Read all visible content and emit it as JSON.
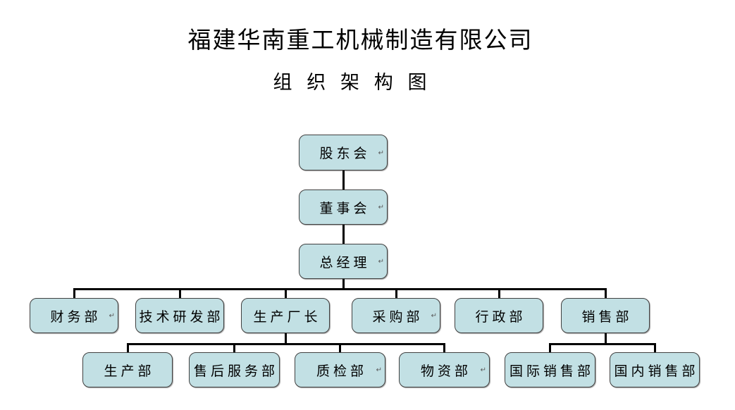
{
  "header": {
    "title": "福建华南重工机械制造有限公司",
    "subtitle": "组 织 架 构 图"
  },
  "org_chart": {
    "styles": {
      "box_fill": "#c2e0e4",
      "box_border": "#404040",
      "connector_color": "#000000",
      "text_color": "#000000"
    },
    "paragraph_mark_glyph": "↵",
    "nodes": [
      {
        "label": "股东会",
        "level": 1,
        "parent": null,
        "paragraph_mark": true
      },
      {
        "label": "董事会",
        "level": 2,
        "parent": "股东会",
        "paragraph_mark": true
      },
      {
        "label": "总经理",
        "level": 3,
        "parent": "董事会",
        "paragraph_mark": true
      },
      {
        "label": "财务部",
        "level": 4,
        "parent": "总经理",
        "paragraph_mark": true
      },
      {
        "label": "技术研发部",
        "level": 4,
        "parent": "总经理",
        "paragraph_mark": false
      },
      {
        "label": "生产厂长",
        "level": 4,
        "parent": "总经理",
        "paragraph_mark": false
      },
      {
        "label": "采购部",
        "level": 4,
        "parent": "总经理",
        "paragraph_mark": true
      },
      {
        "label": "行政部",
        "level": 4,
        "parent": "总经理",
        "paragraph_mark": false
      },
      {
        "label": "销售部",
        "level": 4,
        "parent": "总经理",
        "paragraph_mark": false
      },
      {
        "label": "生产部",
        "level": 5,
        "parent": "生产厂长",
        "paragraph_mark": false
      },
      {
        "label": "售后服务部",
        "level": 5,
        "parent": "生产厂长",
        "paragraph_mark": false
      },
      {
        "label": "质检部",
        "level": 5,
        "parent": "生产厂长",
        "paragraph_mark": true
      },
      {
        "label": "物资部",
        "level": 5,
        "parent": "生产厂长",
        "paragraph_mark": true
      },
      {
        "label": "国际销售部",
        "level": 5,
        "parent": "销售部",
        "paragraph_mark": false
      },
      {
        "label": "国内销售部",
        "level": 5,
        "parent": "销售部",
        "paragraph_mark": false
      }
    ]
  }
}
